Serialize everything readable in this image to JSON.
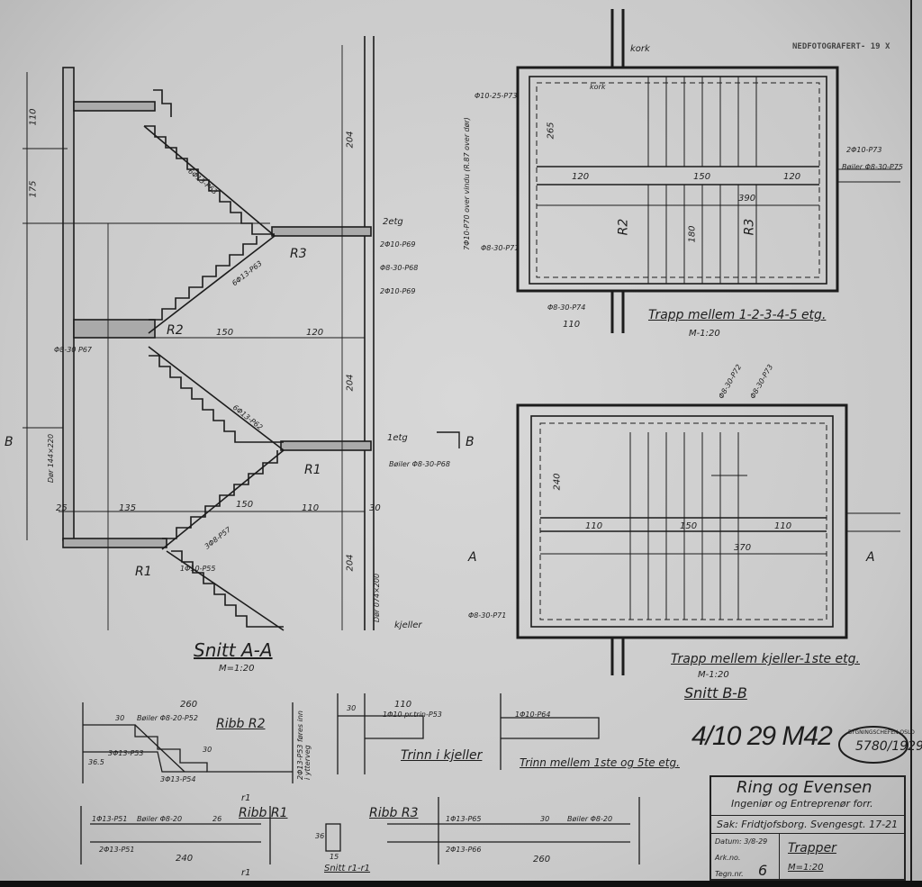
{
  "stamp_top": "NEDFOTOGRAFERT- 19 X",
  "handwritten_note": "4/10 29 M42",
  "seal": {
    "text": "BYGNINGSCHEFEN OSLO",
    "number": "5780/1929"
  },
  "section_aa": {
    "title": "Snitt A-A",
    "scale": "M=1:20",
    "labels": {
      "etg2": "2etg",
      "etg1": "1etg",
      "kjeller": "kjeller",
      "r3": "R3",
      "r2": "R2",
      "r1": "R1",
      "dim_110": "110",
      "dim_175": "175",
      "dim_150a": "150",
      "dim_120": "120",
      "dim_150b": "150",
      "dim_110b": "110",
      "dim_30": "30",
      "dim_135": "135",
      "dim_25": "25",
      "dim_204a": "204",
      "dim_204b": "204",
      "dim_204c": "204",
      "bar_p63": "6Φ13-P63",
      "bar_p62": "6Φ13-P62",
      "bar_p57": "3Φ8-P57",
      "bar_p55": "1Φ10-P55",
      "bar_p69": "2Φ10-P69",
      "bar_p68": "Φ8-30-P68",
      "bar_p67": "Φ8-30 P67",
      "bar_boiler": "Bøiler Φ8-30-P68",
      "dor": "Dør 144×220",
      "dor2": "Dør 074×200",
      "arrow_b": "B"
    }
  },
  "plan_upper": {
    "title": "Trapp mellem 1-2-3-4-5 etg.",
    "scale": "M-1:20",
    "labels": {
      "kork": "kork",
      "kork2": "kork",
      "r2": "R2",
      "r3": "R3",
      "dim_120a": "120",
      "dim_150": "150",
      "dim_120b": "120",
      "dim_390": "390",
      "dim_110": "110",
      "dim_265": "265",
      "dim_180": "180",
      "bar_p73": "Φ10-25-P73",
      "bar_p71": "Φ8-30-P71",
      "bar_p74": "Φ8-30-P74",
      "bar_p73b": "2Φ10-P73",
      "boiler": "Bøiler Φ8-30-P75",
      "note": "7Φ10-P70 over vindu (R.87 over dør)"
    }
  },
  "plan_lower": {
    "title": "Trapp mellem kjeller-1ste etg.",
    "scale": "M-1:20",
    "section": "Snitt B-B",
    "labels": {
      "dim_110a": "110",
      "dim_150": "150",
      "dim_110b": "110",
      "dim_370": "370",
      "dim_240": "240",
      "a_left": "A",
      "a_right": "A",
      "bar_p72": "Φ8-30-P72",
      "bar_p73": "Φ8-30-P73",
      "bar_p71": "Φ8-30-P71"
    }
  },
  "details": {
    "ribb_r2": {
      "title": "Ribb R2",
      "dim": "260",
      "d30": "30",
      "d30b": "30",
      "d36": "36.5",
      "boiler": "Bøiler Φ8-20-P52",
      "bar1": "3Φ13-P53",
      "bar2": "3Φ13-P54",
      "side": "2Φ13-P53 føres inn i ytterveg"
    },
    "trinn_kjeller": {
      "title": "Trinn i kjeller",
      "d30": "30",
      "d110": "110",
      "bar": "1Φ10 pr.trin-P53"
    },
    "trinn_mellem": {
      "title": "Trinn mellem 1ste og 5te etg.",
      "bar": "1Φ10-P64"
    },
    "ribb_r1": {
      "title": "Ribb R1",
      "bar1": "1Φ13-P51",
      "boiler": "Bøiler Φ8-20",
      "d26": "26",
      "bar2": "2Φ13-P51",
      "dim": "240",
      "r1": "r1"
    },
    "snitt_r1": {
      "title": "Snitt r1-r1",
      "d36": "36",
      "d15": "15"
    },
    "ribb_r3": {
      "title": "Ribb R3",
      "bar1": "1Φ13-P65",
      "d30": "30",
      "boiler": "Bøiler Φ8-20",
      "bar2": "2Φ13-P66",
      "dim": "260"
    }
  },
  "title_block": {
    "firm": "Ring og Evensen",
    "subtitle": "Ingeniør og Entreprenør forr.",
    "sak": "Sak: Fridtjofsborg. Svengesgt. 17-21",
    "datum": "Datum: 3/8-29",
    "arkno": "Ark.no.",
    "tegn_label": "Tegn.nr.",
    "tegn_nr": "6",
    "drawing_title": "Trapper",
    "scale": "M=1:20"
  }
}
